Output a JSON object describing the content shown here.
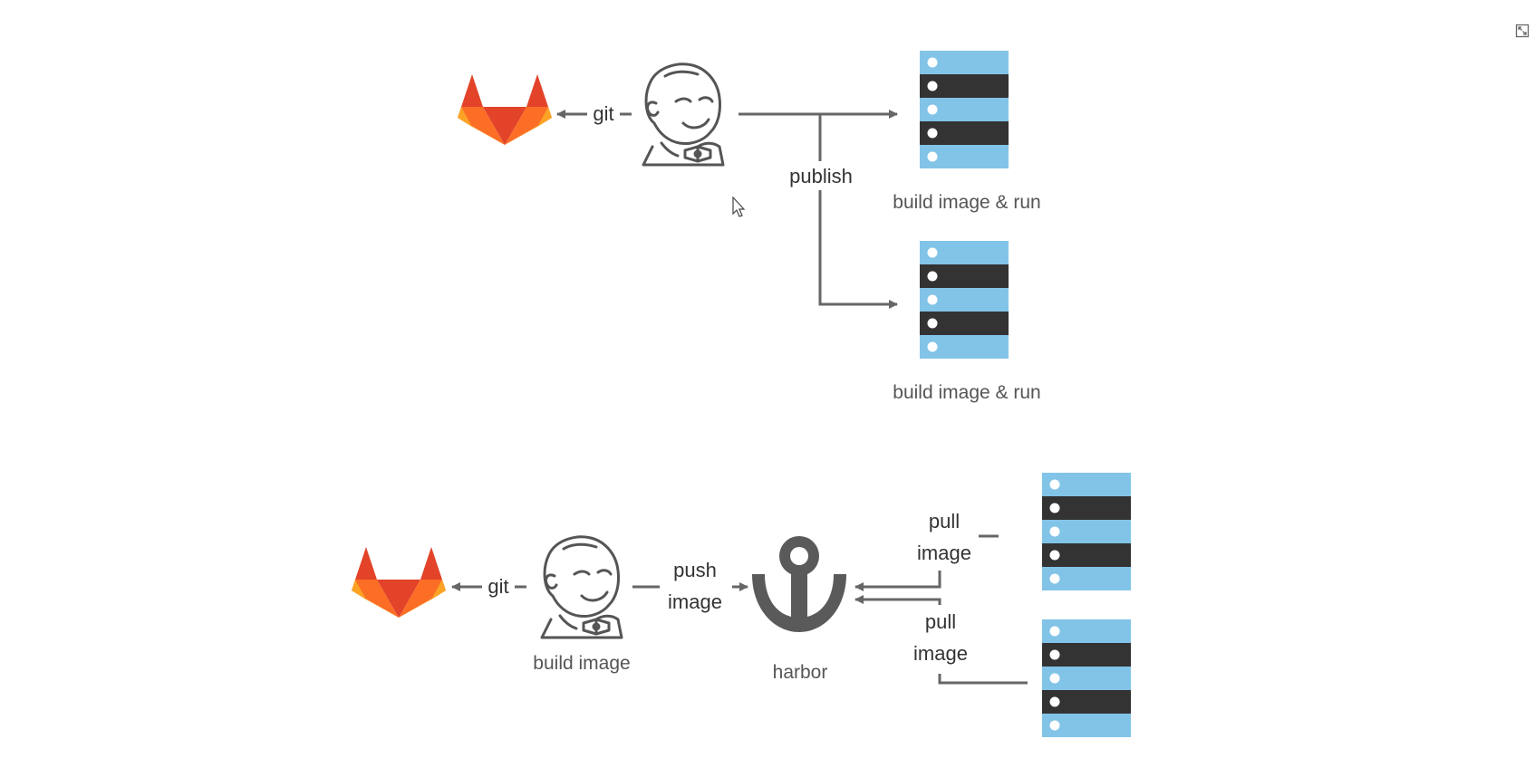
{
  "colors": {
    "line": "#666666",
    "server_light": "#82c4e8",
    "server_dark": "#333333",
    "gitlab_orange": "#fc6d26",
    "gitlab_red": "#e24329",
    "gitlab_yellow": "#fca326",
    "harbor_grey": "#5a5a5a"
  },
  "icons": {
    "expand": "expand-icon",
    "gitlab": "gitlab-logo",
    "jenkins": "jenkins-butler",
    "harbor": "anchor-icon",
    "server": "server-rack-icon"
  },
  "top": {
    "git_label": "git",
    "publish_label": "publish",
    "server1_caption": "build image & run",
    "server2_caption": "build image & run"
  },
  "bottom": {
    "git_label": "git",
    "jenkins_caption": "build image",
    "push_line1": "push",
    "push_line2": "image",
    "harbor_caption": "harbor",
    "pull1_line1": "pull",
    "pull1_line2": "image",
    "pull2_line1": "pull",
    "pull2_line2": "image"
  }
}
